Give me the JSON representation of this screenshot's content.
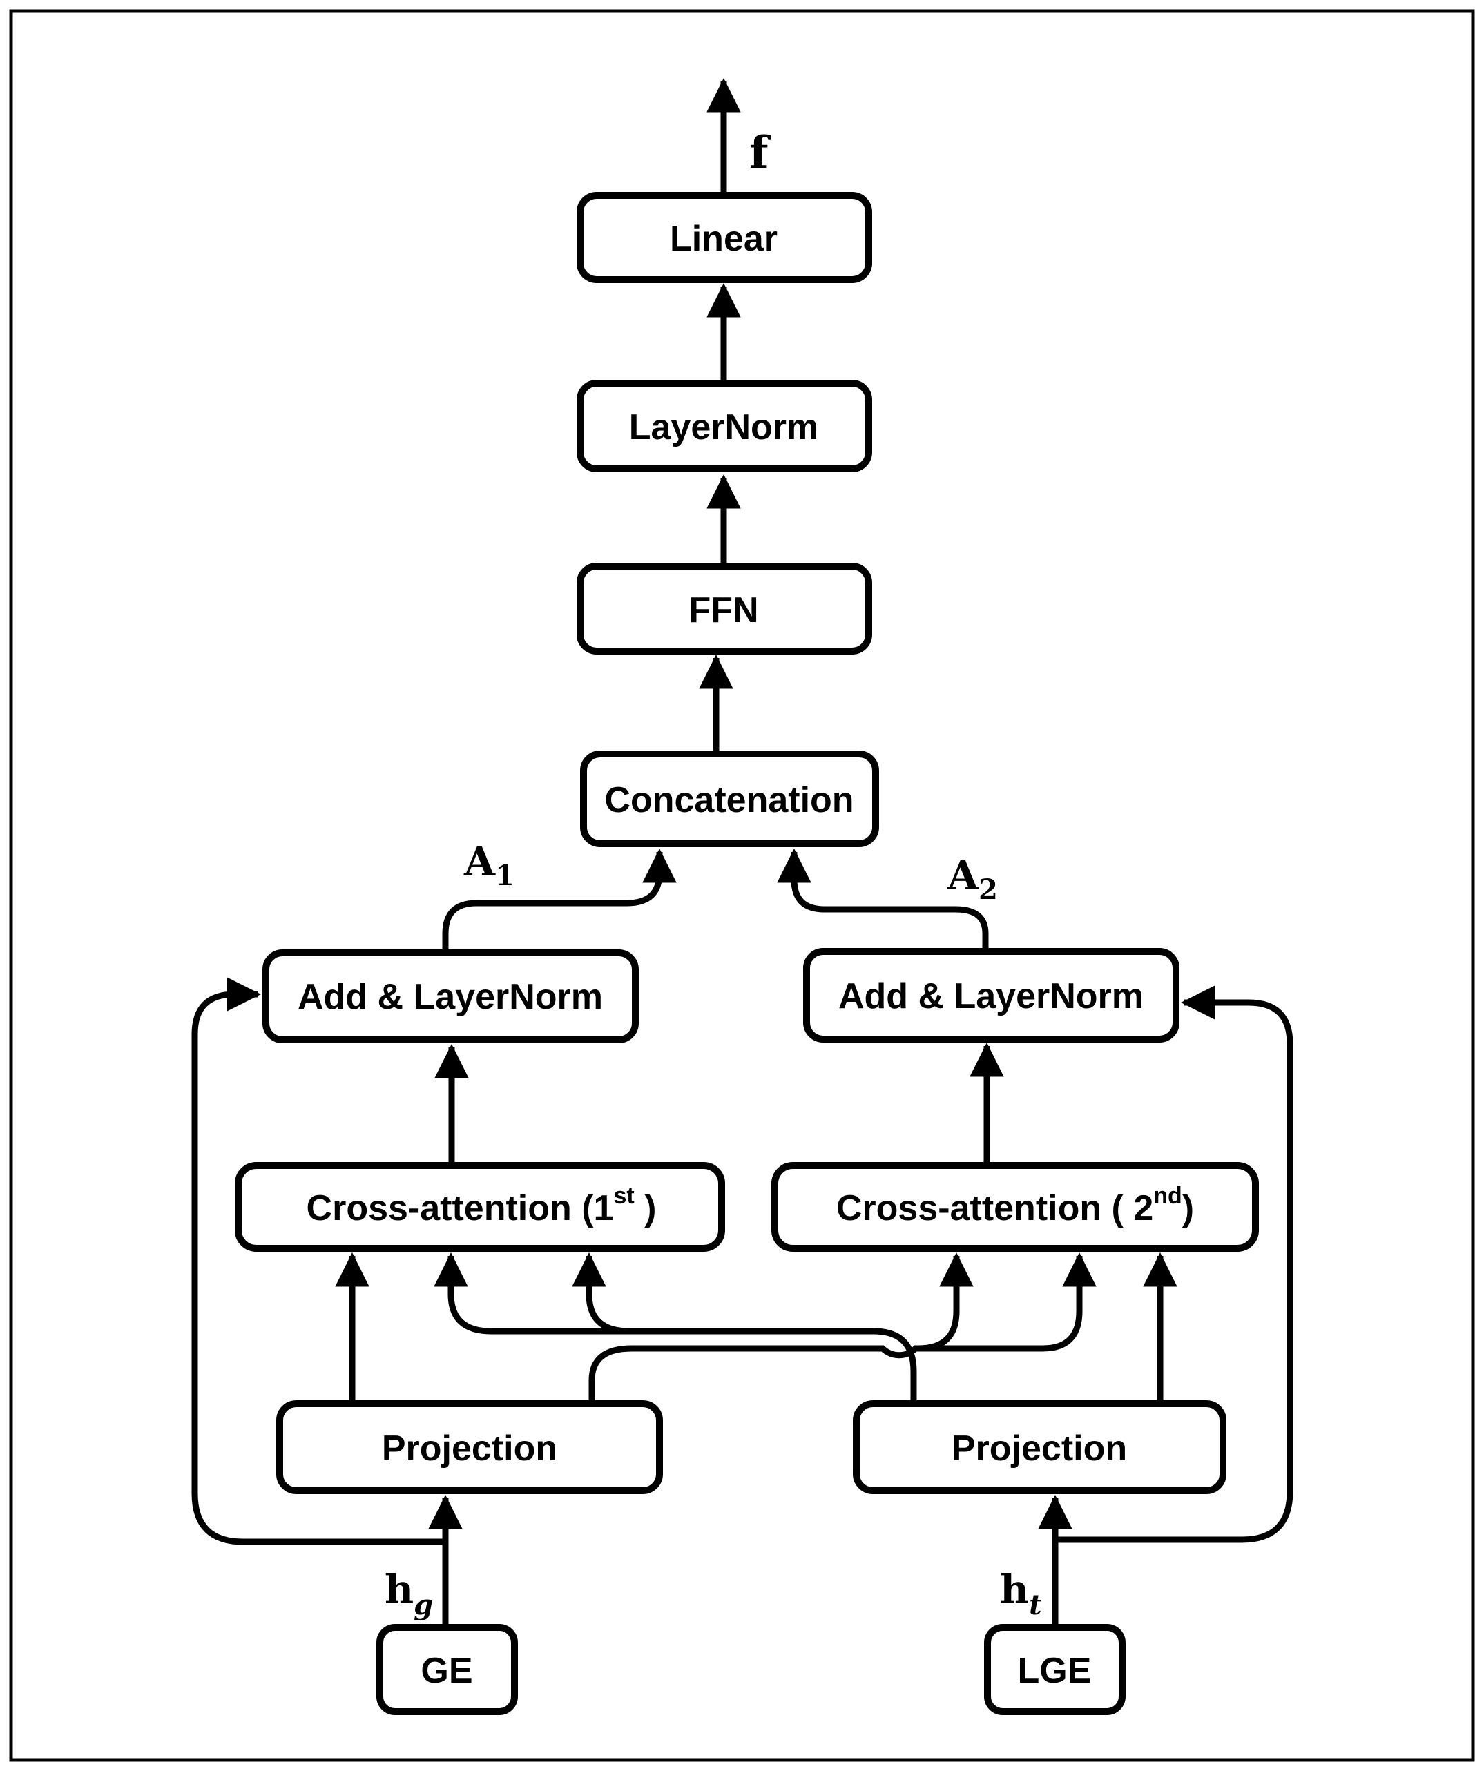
{
  "diagram": {
    "type": "flowchart",
    "colors": {
      "line": "#000000",
      "background": "#ffffff"
    },
    "nodes": {
      "linear": "Linear",
      "layernorm": "LayerNorm",
      "ffn": "FFN",
      "concatenation": "Concatenation",
      "add_ln_left": "Add & LayerNorm",
      "add_ln_right": "Add & LayerNorm",
      "cross_attention_left": {
        "pre": "Cross-attention  (1",
        "sup": "st",
        "post": " )"
      },
      "cross_attention_right": {
        "pre": "Cross-attention   ( 2",
        "sup": "nd",
        "post": ")"
      },
      "projection_left": "Projection",
      "projection_right": "Projection",
      "ge": "GE",
      "lge": "LGE"
    },
    "edge_labels": {
      "output": {
        "main": "f"
      },
      "a1": {
        "main": "A",
        "sub": "1"
      },
      "a2": {
        "main": "A",
        "sub": "2"
      },
      "hg": {
        "main": "h",
        "sub": "g"
      },
      "ht": {
        "main": "h",
        "sub": "t"
      }
    }
  }
}
